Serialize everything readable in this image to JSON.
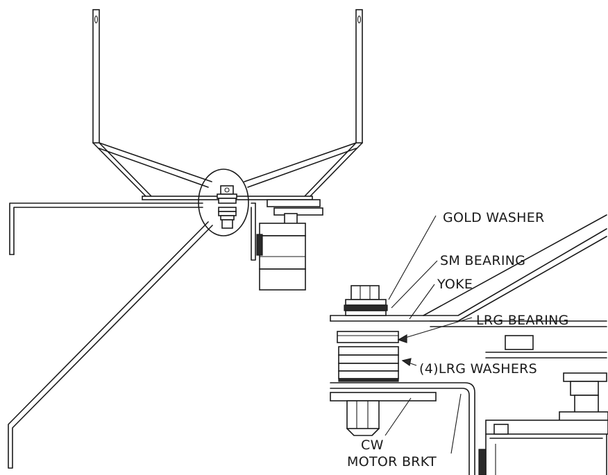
{
  "labels": {
    "gold_washer": "GOLD WASHER",
    "sm_bearing": "SM BEARING",
    "yoke": "YOKE",
    "lrg_bearing": "LRG BEARING",
    "lrg_washers": "(4)LRG WASHERS",
    "cw": "CW",
    "motor_brkt": "MOTOR BRKT"
  }
}
